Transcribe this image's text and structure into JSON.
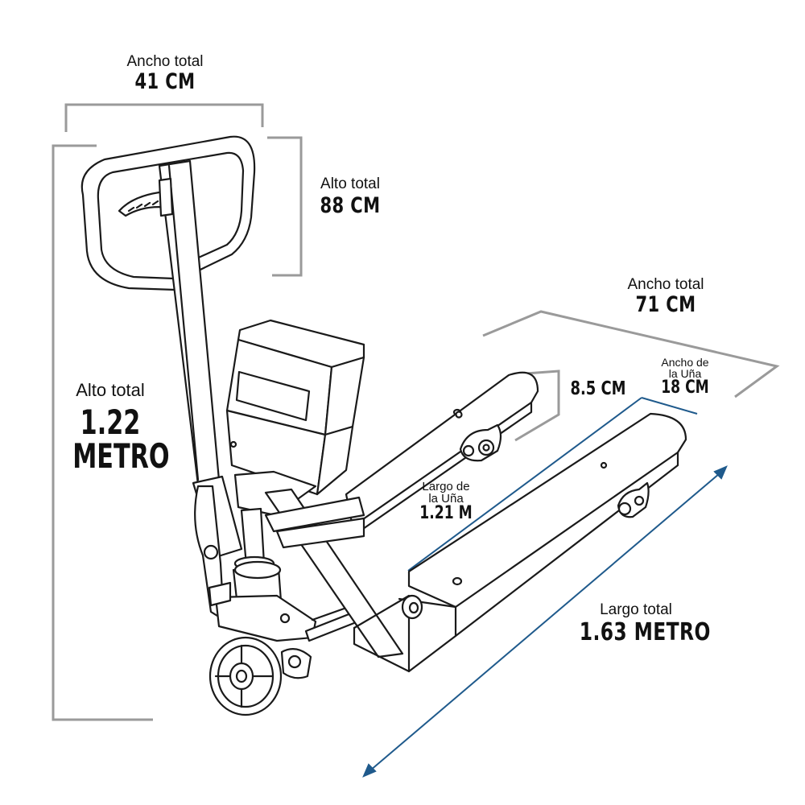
{
  "dimensions": {
    "handle_width": {
      "caption": "Ancho total",
      "value": "41 CM"
    },
    "handle_height": {
      "caption": "Alto total",
      "value": "88 CM"
    },
    "total_height": {
      "caption": "Alto total",
      "value_line1": "1.22",
      "value_line2": "METRO"
    },
    "total_width": {
      "caption": "Ancho total",
      "value": "71 CM"
    },
    "fork_height": {
      "value": "8.5 CM"
    },
    "fork_width": {
      "caption_line1": "Ancho de",
      "caption_line2": "la Uña",
      "value": "18 CM"
    },
    "fork_length": {
      "caption_line1": "Largo de",
      "caption_line2": "la Uña",
      "value": "1.21 M"
    },
    "total_length": {
      "caption": "Largo total",
      "value": "1.63 METRO"
    }
  },
  "colors": {
    "outline": "#1a1a1a",
    "dimension_gray": "#9a9a9a",
    "dimension_blue": "#1f5a8c"
  },
  "illustration": "pallet-jack-with-scale"
}
